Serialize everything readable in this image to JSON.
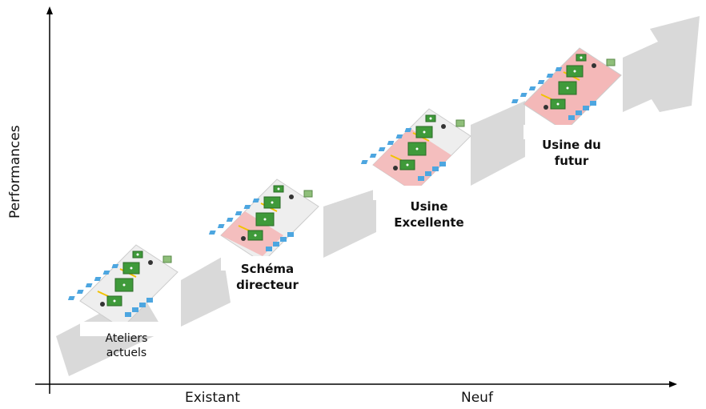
{
  "axes": {
    "y_label": "Performances",
    "x_labels": [
      "Existant",
      "Neuf"
    ]
  },
  "stages": [
    {
      "label_lines": [
        "Ateliers",
        "actuels"
      ],
      "bold": false,
      "highlight": "none"
    },
    {
      "label_lines": [
        "Schéma",
        "directeur"
      ],
      "bold": true,
      "highlight": "partial"
    },
    {
      "label_lines": [
        "Usine",
        "Excellente"
      ],
      "bold": true,
      "highlight": "partial-more"
    },
    {
      "label_lines": [
        "Usine du",
        "futur"
      ],
      "bold": true,
      "highlight": "full"
    }
  ],
  "colors": {
    "arrow": "#d9d9d9",
    "axis": "#000000",
    "highlight": "#f4b8b8",
    "floor": "#eeeeee",
    "machine_green": "#3f9a3a",
    "conveyor_blue": "#4da6e0",
    "conveyor_yellow": "#f2c200"
  }
}
